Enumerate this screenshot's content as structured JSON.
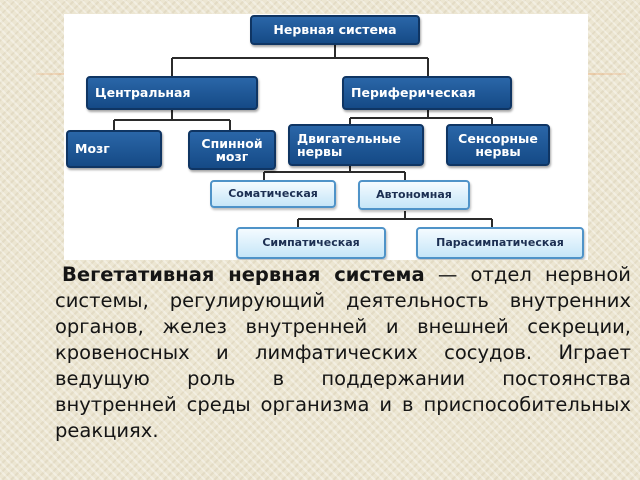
{
  "diagram": {
    "nodes": {
      "nervous_system": "Нервная система",
      "central": "Центральная",
      "peripheral": "Периферическая",
      "brain": "Мозг",
      "spinal_cord": "Спинной\nмозг",
      "motor_nerves": "Двигательные\nнервы",
      "sensory_nerves": "Сенсорные\nнервы",
      "somatic": "Соматическая",
      "autonomic": "Автономная",
      "sympathetic": "Симпатическая",
      "parasympathetic": "Парасимпатическая"
    }
  },
  "definition": {
    "term": "Вегетативная нервная система",
    "text": " — отдел нервной системы, регулирующий деятельность внутренних органов, желез внутренней и внешней секреции, кровеносных и лимфатических сосудов. Играет ведущую роль в поддержании постоянства внутренней среды организма и в приспособительных реакциях."
  },
  "colors": {
    "dark_node": "#1d5596",
    "light_node": "#d3ecfa",
    "accent_line": "#e8a060"
  }
}
